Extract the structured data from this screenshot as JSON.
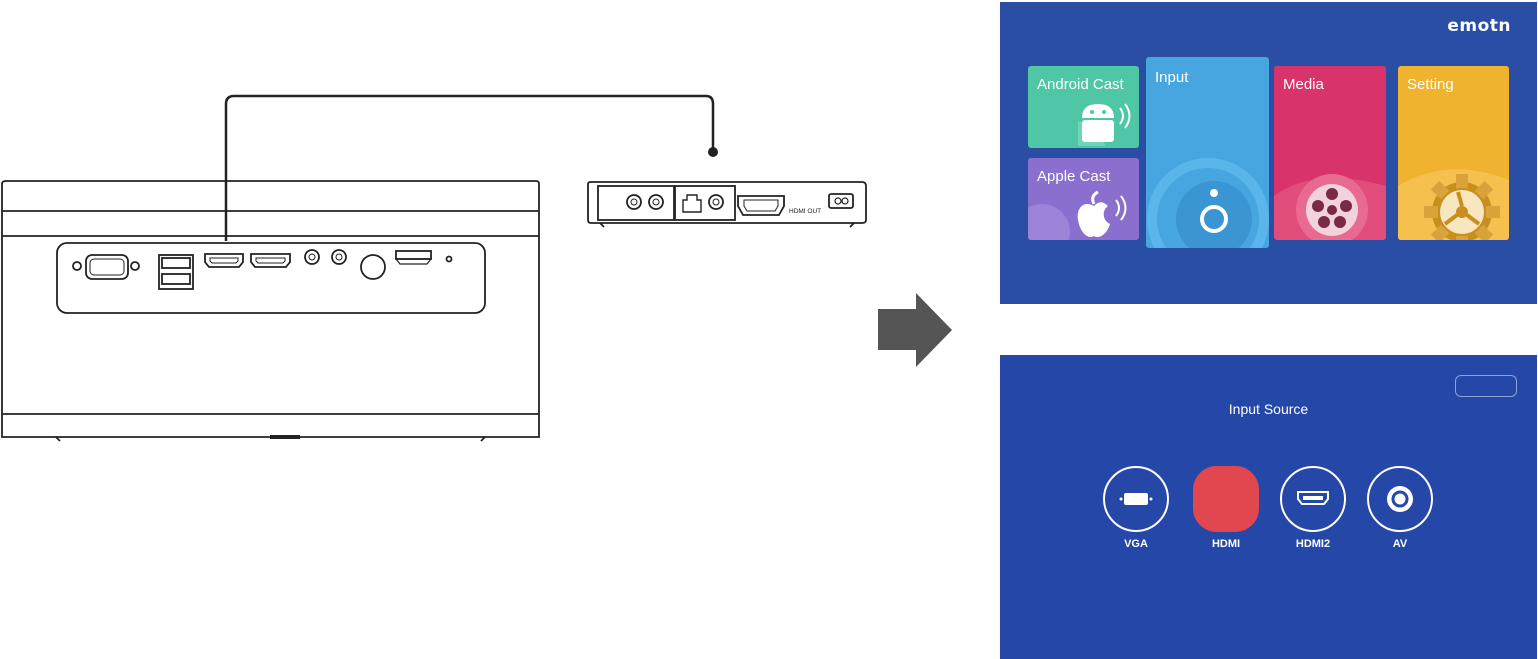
{
  "brand": "emotn",
  "home_tiles": [
    {
      "label": "Android Cast"
    },
    {
      "label": "Apple Cast"
    },
    {
      "label": "Input"
    },
    {
      "label": "Media"
    },
    {
      "label": "Setting"
    }
  ],
  "input_source": {
    "title": "Input  Source",
    "sources": [
      "VGA",
      "HDMI",
      "HDMI2",
      "AV"
    ],
    "selected": "HDMI"
  },
  "device_label": "HDMI OUT",
  "colors": {
    "home_bg": "#2a4ea3",
    "source_bg": "#2547a8",
    "selected_source": "#e0474e",
    "arrow": "#555555"
  }
}
